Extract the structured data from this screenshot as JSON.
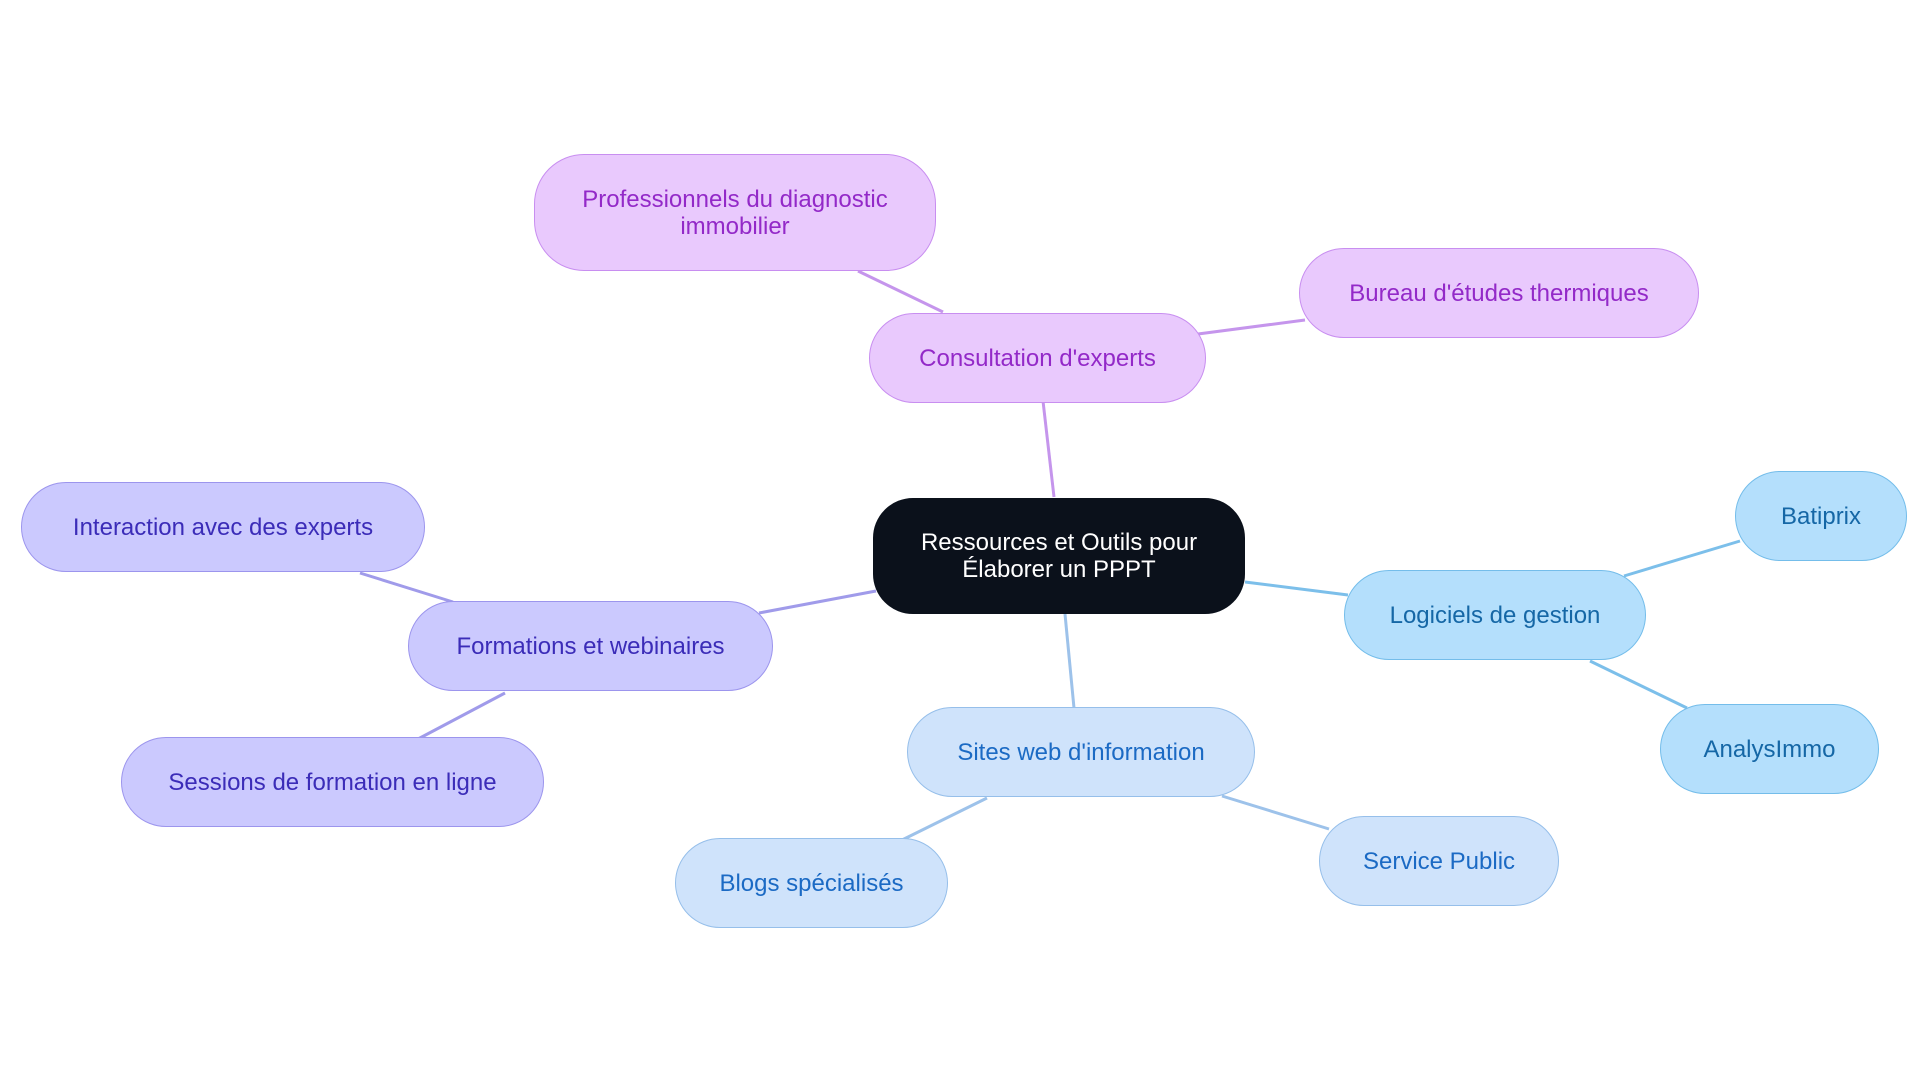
{
  "diagram": {
    "center": {
      "label_line1": "Ressources et Outils pour",
      "label_line2": "Élaborer un PPPT",
      "fill": "#0b111b",
      "stroke": "#0b111b",
      "text_color": "#ffffff"
    },
    "branches": [
      {
        "id": "consultation",
        "label": "Consultation d'experts",
        "fill": "#e9c9fd",
        "stroke": "#c88ef0",
        "text_color": "#9329c8",
        "line_color": "#c595ec",
        "children": [
          {
            "id": "professionnels",
            "label_line1": "Professionnels du diagnostic",
            "label_line2": "immobilier"
          },
          {
            "id": "bureau",
            "label_line1": "Bureau d'études thermiques",
            "label_line2": ""
          }
        ]
      },
      {
        "id": "formations",
        "label": "Formations et webinaires",
        "fill": "#cbc9fe",
        "stroke": "#9c95ed",
        "text_color": "#3b2cb8",
        "line_color": "#a09bea",
        "children": [
          {
            "id": "interaction",
            "label_line1": "Interaction avec des experts",
            "label_line2": ""
          },
          {
            "id": "sessions",
            "label_line1": "Sessions de formation en ligne",
            "label_line2": ""
          }
        ]
      },
      {
        "id": "logiciels",
        "label": "Logiciels de gestion",
        "fill": "#b4dffc",
        "stroke": "#74bdea",
        "text_color": "#1567a6",
        "line_color": "#7cbfea",
        "children": [
          {
            "id": "batiprix",
            "label_line1": "Batiprix",
            "label_line2": ""
          },
          {
            "id": "analysimmo",
            "label_line1": "AnalysImmo",
            "label_line2": ""
          }
        ]
      },
      {
        "id": "sites",
        "label": "Sites web d'information",
        "fill": "#cfe3fb",
        "stroke": "#96bfea",
        "text_color": "#1b6ac4",
        "line_color": "#9dc2ea",
        "children": [
          {
            "id": "blogs",
            "label_line1": "Blogs spécialisés",
            "label_line2": ""
          },
          {
            "id": "service",
            "label_line1": "Service Public",
            "label_line2": ""
          }
        ]
      }
    ]
  }
}
